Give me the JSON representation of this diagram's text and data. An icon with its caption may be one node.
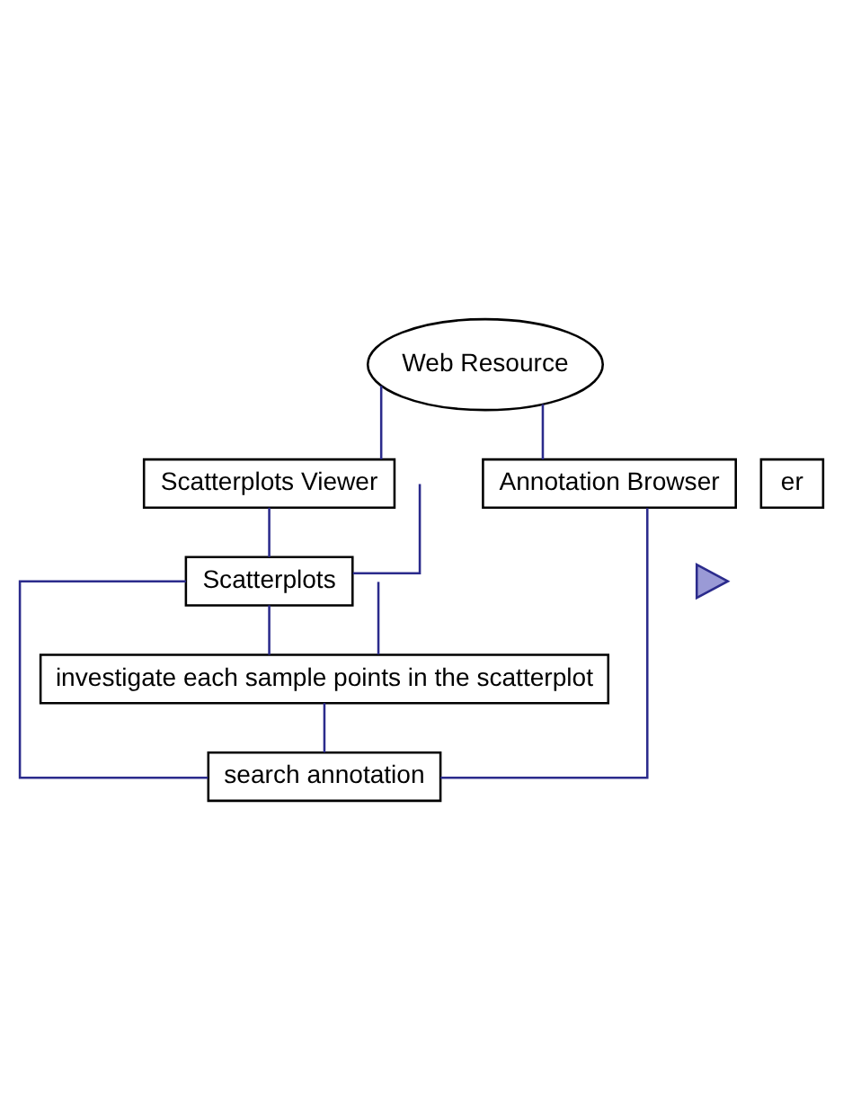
{
  "diagram": {
    "nodes": [
      {
        "text": [
          "Web Resource"
        ]
      },
      {
        "text": [
          "er"
        ]
      },
      {
        "text": [
          "Scatterplots Viewer"
        ]
      },
      {
        "text": [
          "Annotation Browser"
        ]
      },
      {
        "text": [],
        "shape": "triangle"
      },
      {
        "text": [
          "Scatterplots"
        ]
      },
      {
        "text": [
          "search annotation"
        ]
      },
      {
        "text": [
          "investigate each sample points in the scatterplot"
        ]
      }
    ],
    "edges": [
      {
        "from": 0,
        "to": 2,
        "arrow": "none"
      },
      {
        "from": 0,
        "to": 3,
        "arrow": "none"
      },
      {
        "from": 2,
        "to": 5,
        "arrow": "none"
      },
      {
        "from": 3,
        "to": 6,
        "arrow": "none"
      },
      {
        "from": 5,
        "to": 6,
        "arrow": "none"
      },
      {
        "from": 5,
        "to": 7,
        "arrow": "none"
      },
      {
        "from": 7,
        "to": 6,
        "arrow": "none"
      },
      {
        "from": null,
        "to": 5,
        "arrow": "none"
      },
      {
        "from": null,
        "to": 7,
        "arrow": "none"
      }
    ]
  }
}
